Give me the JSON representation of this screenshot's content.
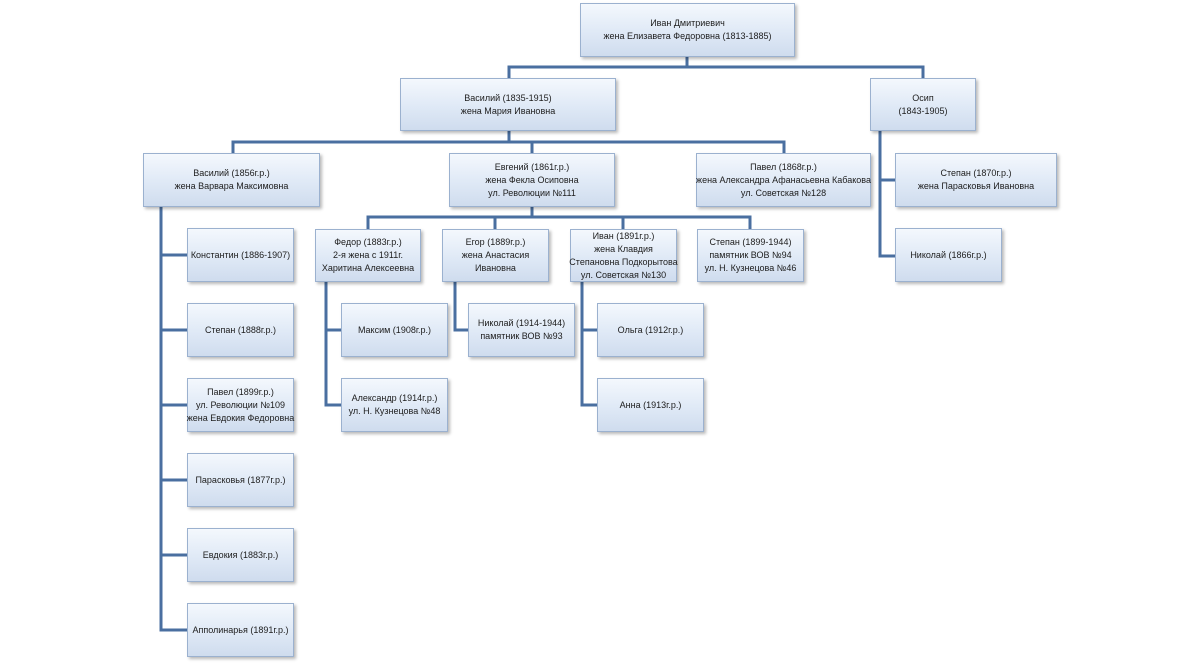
{
  "tree": {
    "ivan_dm": {
      "lines": [
        "Иван Дмитриевич",
        "жена Елизавета Федоровна (1813-1885)"
      ]
    },
    "vasily_1835": {
      "lines": [
        "Василий (1835-1915)",
        "жена Мария Ивановна"
      ]
    },
    "osip": {
      "lines": [
        "Осип",
        "(1843-1905)"
      ]
    },
    "vasily_1856": {
      "lines": [
        "Василий (1856г.р.)",
        "жена Варвара Максимовна"
      ]
    },
    "evgeny": {
      "lines": [
        "Евгений (1861г.р.)",
        "жена Фекла Осиповна",
        "ул. Революции №111"
      ]
    },
    "pavel_1868": {
      "lines": [
        "Павел (1868г.р.)",
        "жена Александра Афанасьевна Кабакова",
        "ул. Советская №128"
      ]
    },
    "stepan_1870": {
      "lines": [
        "Степан (1870г.р.)",
        "жена Парасковья Ивановна"
      ]
    },
    "nikolay_1866": {
      "lines": [
        "Николай (1866г.р.)"
      ]
    },
    "konstantin": {
      "lines": [
        "Константин (1886-1907)"
      ]
    },
    "stepan_1888": {
      "lines": [
        "Степан (1888г.р.)"
      ]
    },
    "pavel_1899": {
      "lines": [
        "Павел (1899г.р.)",
        "ул. Революции №109",
        "жена Евдокия Федоровна"
      ]
    },
    "paraskovya": {
      "lines": [
        "Парасковья (1877г.р.)"
      ]
    },
    "evdokiya": {
      "lines": [
        "Евдокия (1883г.р.)"
      ]
    },
    "apollinariya": {
      "lines": [
        "Апполинарья (1891г.р.)"
      ]
    },
    "fedor": {
      "lines": [
        "Федор (1883г.р.)",
        "2-я жена с 1911г.",
        "Харитина Алексеевна"
      ]
    },
    "egor": {
      "lines": [
        "Егор (1889г.р.)",
        "жена Анастасия",
        "Ивановна"
      ]
    },
    "ivan_1891": {
      "lines": [
        "Иван (1891г.р.)",
        "жена Клавдия",
        "Степановна Подкорытова",
        "ул. Советская №130"
      ]
    },
    "stepan_1899": {
      "lines": [
        "Степан (1899-1944)",
        "памятник ВОВ №94",
        "ул. Н. Кузнецова №46"
      ]
    },
    "maksim": {
      "lines": [
        "Максим (1908г.р.)"
      ]
    },
    "aleksandr": {
      "lines": [
        "Александр (1914г.р.)",
        "ул. Н. Кузнецова №48"
      ]
    },
    "nikolay_1914": {
      "lines": [
        "Николай (1914-1944)",
        "памятник ВОВ №93"
      ]
    },
    "olga": {
      "lines": [
        "Ольга (1912г.р.)"
      ]
    },
    "anna": {
      "lines": [
        "Анна (1913г.р.)"
      ]
    }
  },
  "colors": {
    "connector": "#4a6fa0",
    "box_border": "#9bb1cf",
    "box_fill": "#dfe9f6"
  }
}
